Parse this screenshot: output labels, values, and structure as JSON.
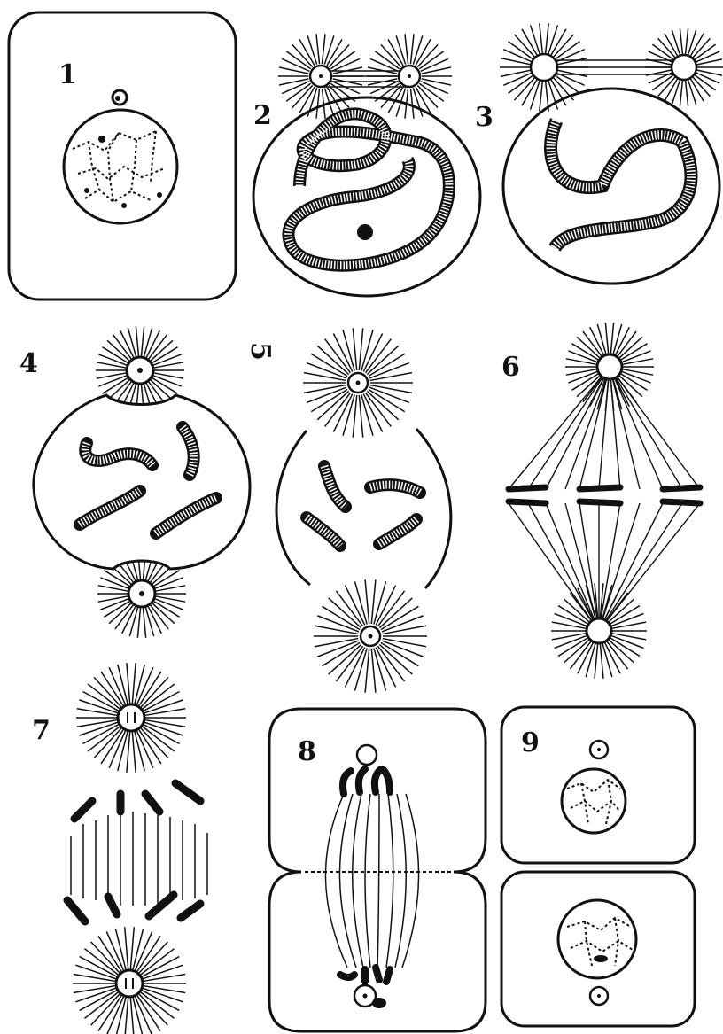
{
  "figure": {
    "stages": [
      {
        "number": "1"
      },
      {
        "number": "2"
      },
      {
        "number": "3"
      },
      {
        "number": "4"
      },
      {
        "number": "5"
      },
      {
        "number": "6"
      },
      {
        "number": "7"
      },
      {
        "number": "8"
      },
      {
        "number": "9"
      }
    ]
  },
  "colors": {
    "ink": "#111111",
    "paper": "#ffffff"
  }
}
